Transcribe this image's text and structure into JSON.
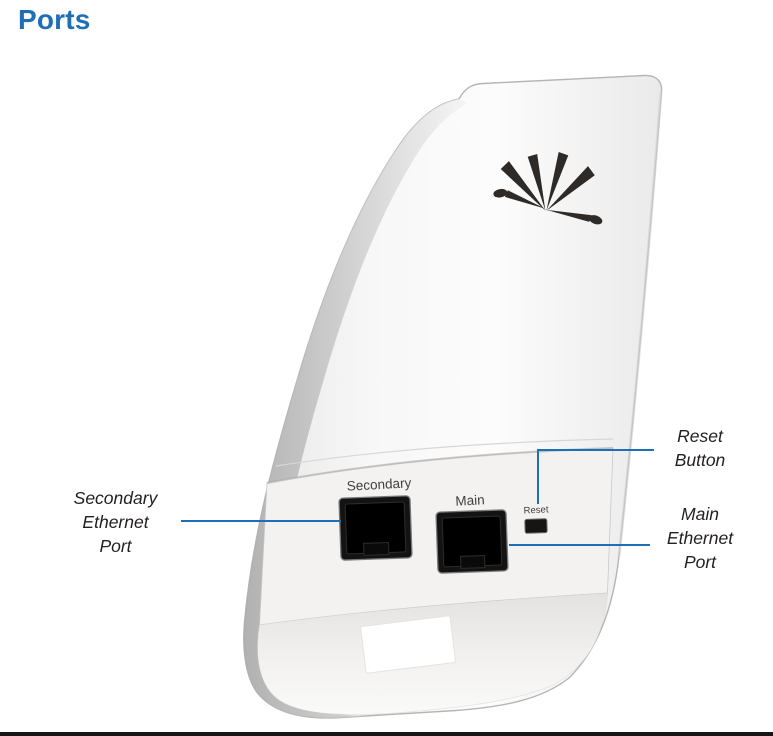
{
  "page": {
    "title": "Ports"
  },
  "colors": {
    "title_blue": "#1e6fb5",
    "callout_line_blue": "#1e6fb5",
    "callout_text": "#231f20"
  },
  "icons": {
    "logo": "ubiquiti-antenna-logo"
  },
  "device": {
    "labels": {
      "secondary_port": "Secondary",
      "main_port": "Main",
      "reset": "Reset"
    }
  },
  "callouts": {
    "secondary_ethernet_port": {
      "lines": [
        "Secondary",
        "Ethernet",
        "Port"
      ]
    },
    "reset_button": {
      "lines": [
        "Reset",
        "Button"
      ]
    },
    "main_ethernet_port": {
      "lines": [
        "Main",
        "Ethernet",
        "Port"
      ]
    }
  }
}
